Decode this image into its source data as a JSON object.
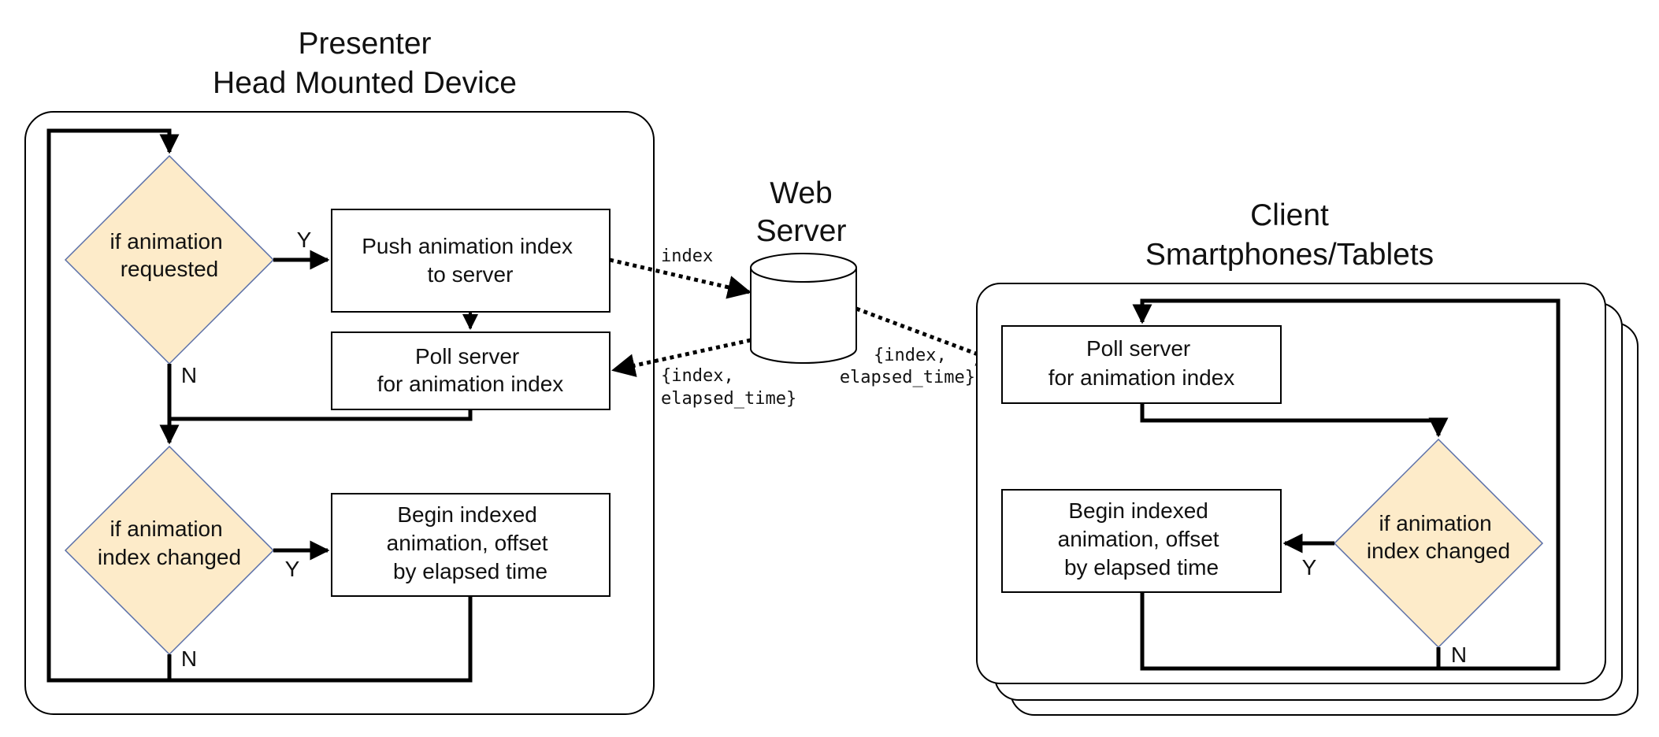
{
  "presenter": {
    "title_line1": "Presenter",
    "title_line2": "Head Mounted Device",
    "decision_requested": [
      "if animation",
      "requested"
    ],
    "push_box": [
      "Push animation index",
      "to server"
    ],
    "poll_box": [
      "Poll server",
      "for animation index"
    ],
    "decision_changed": [
      "if animation",
      "index changed"
    ],
    "begin_box": [
      "Begin indexed",
      "animation, offset",
      "by elapsed time"
    ],
    "label_y_top": "Y",
    "label_n_top": "N",
    "label_y_bottom": "Y",
    "label_n_bottom": "N"
  },
  "server": {
    "title_line1": "Web",
    "title_line2": "Server",
    "label_index": "index",
    "label_response_left": [
      "{index,",
      "elapsed_time}"
    ],
    "label_response_right": [
      "{index,",
      "elapsed_time}"
    ]
  },
  "client": {
    "title_line1": "Client",
    "title_line2": "Smartphones/Tablets",
    "poll_box": [
      "Poll server",
      "for animation index"
    ],
    "decision_changed": [
      "if animation",
      "index changed"
    ],
    "begin_box": [
      "Begin indexed",
      "animation, offset",
      "by elapsed time"
    ],
    "label_y": "Y",
    "label_n": "N"
  },
  "colors": {
    "decision_fill": "#fdebc9",
    "decision_stroke": "#5a6fa8",
    "line": "#000000"
  }
}
